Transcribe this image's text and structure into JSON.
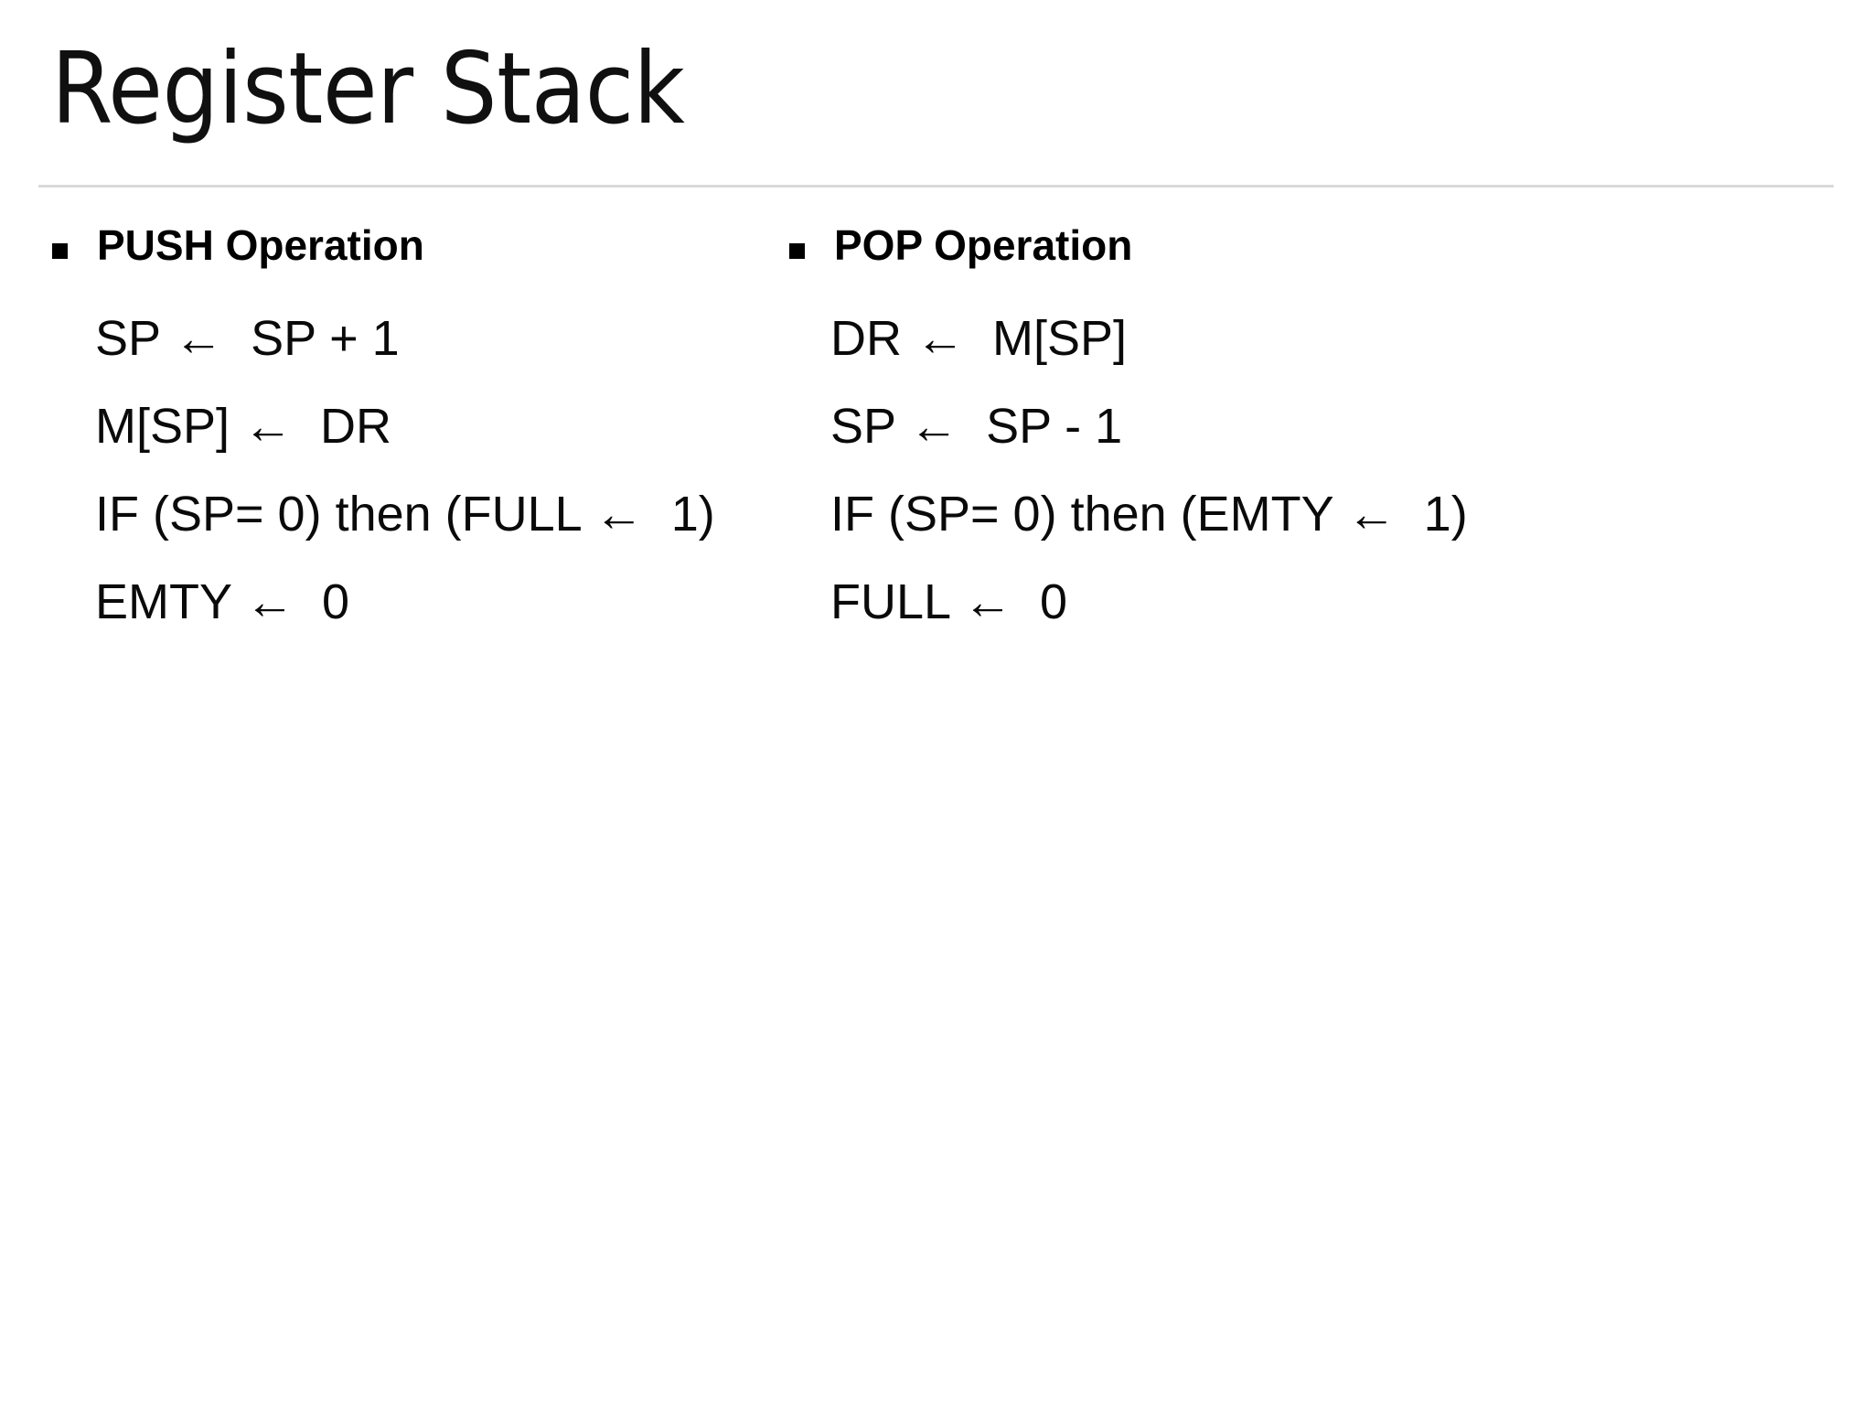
{
  "slide": {
    "title": "Register Stack",
    "columns": [
      {
        "bullet_marker": "square-bullet",
        "heading": "PUSH Operation",
        "lines": [
          "SP ←  SP + 1",
          "M[SP] ←  DR",
          "IF (SP= 0) then (FULL ←  1)",
          "EMTY ←  0"
        ]
      },
      {
        "bullet_marker": "square-bullet",
        "heading": "POP Operation",
        "lines": [
          "DR ←  M[SP]",
          "SP ←  SP - 1",
          "IF (SP= 0) then (EMTY ←  1)",
          "FULL ←  0"
        ]
      }
    ],
    "colors": {
      "background": "#ffffff",
      "text": "#000000",
      "title": "#101010",
      "divider": "#d9d9d9"
    }
  }
}
